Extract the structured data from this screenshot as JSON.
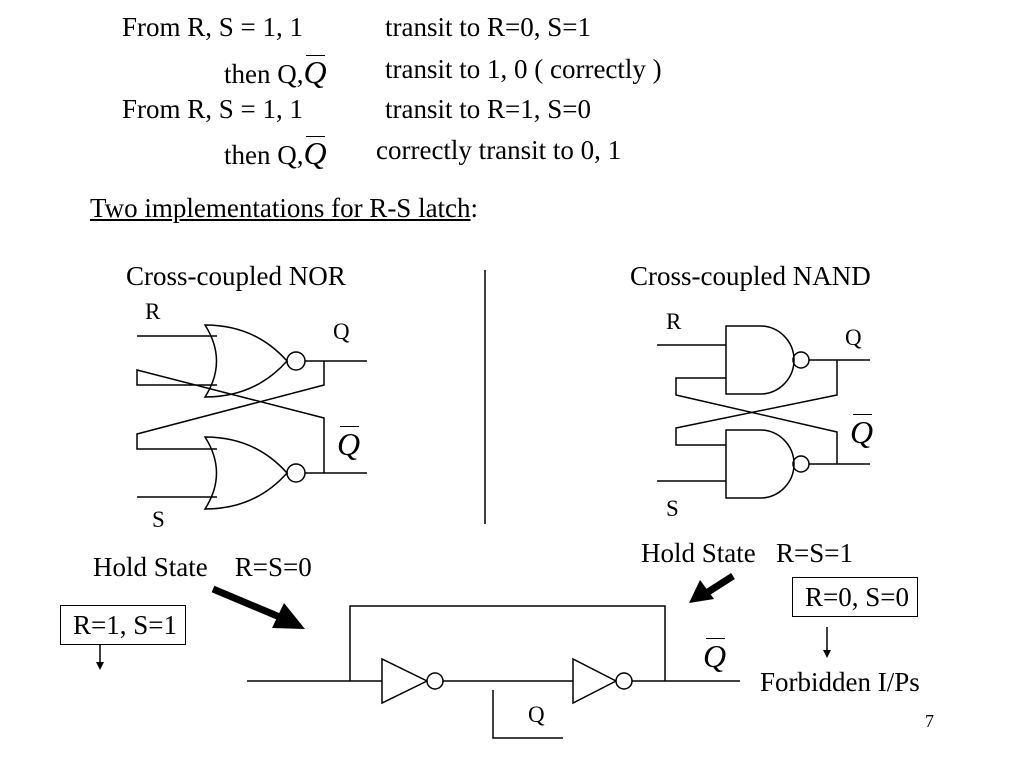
{
  "transitions": {
    "line1_a": "From R, S = 1, 1",
    "line1_b": "transit to R=0, S=1",
    "line2_a": "then Q,",
    "line2_q": "Q",
    "line2_b": "transit to  1, 0 ( correctly )",
    "line3_a": "From R, S = 1, 1",
    "line3_b": "transit to R=1, S=0",
    "line4_a": "then Q,",
    "line4_q": "Q",
    "line4_b": "correctly  transit to  0, 1"
  },
  "heading": {
    "text": "Two implementations for R-S latch",
    "suffix": ":"
  },
  "nor_latch": {
    "title": "Cross-coupled NOR",
    "r_label": "R",
    "s_label": "S",
    "q_label": "Q",
    "qbar_label": "Q"
  },
  "nand_latch": {
    "title": "Cross-coupled NAND",
    "r_label": "R",
    "s_label": "S",
    "q_label": "Q",
    "qbar_label": "Q"
  },
  "hold_left": {
    "label": "Hold State",
    "condition": "R=S=0"
  },
  "hold_right": {
    "label": "Hold State",
    "condition": "R=S=1"
  },
  "box_left": "R=1, S=1",
  "box_right": "R=0, S=0",
  "forbidden": "Forbidden I/Ps",
  "inverter_loop": {
    "q_label": "Q",
    "qbar_label": "Q"
  },
  "page_number": "7"
}
